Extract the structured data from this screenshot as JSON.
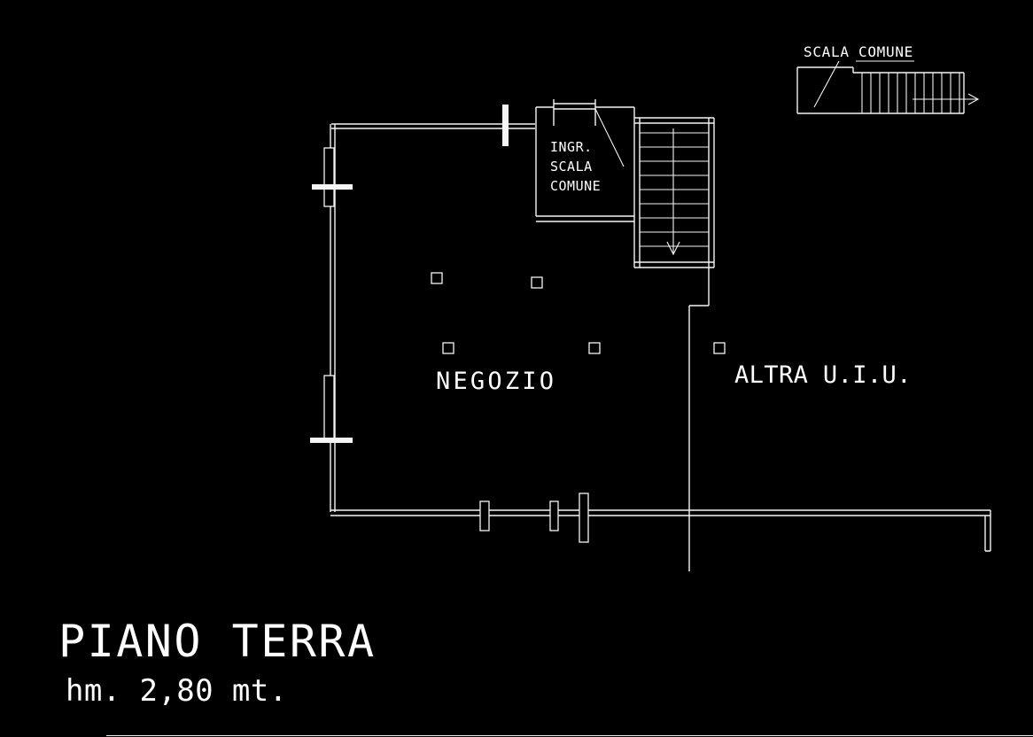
{
  "canvas": {
    "background": "#000000",
    "line_color": "#ffffff",
    "text_color": "#ffffff"
  },
  "plan": {
    "title": "PIANO TERRA",
    "height_note": "hm. 2,80 mt.",
    "labels": {
      "shop": "NEGOZIO",
      "other_unit": "ALTRA U.I.U.",
      "common_stair": "SCALA COMUNE",
      "entrance_line1": "INGR.",
      "entrance_line2": "SCALA",
      "entrance_line3": "COMUNE"
    },
    "icons": {
      "stair_down_arrow": "arrow pointing down inside internal staircase",
      "stair_right_arrow": "arrow pointing right at external common staircase"
    }
  }
}
